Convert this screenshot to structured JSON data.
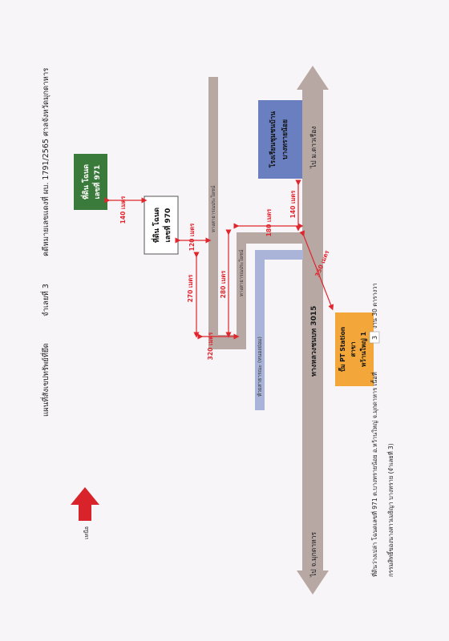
{
  "document": {
    "heading": "แผนที่สังเขปทรัพย์ที่ยึด",
    "item_no": "จำเลยที่ 3",
    "case_no": "คดีหมายเลขแดงที่ ผบ. 1791/2565",
    "court": "ศาลจังหวัดมุกดาหาร",
    "footer_line1": "ที่ดินว่างเปล่า โฉนดเลขที่ 971 ต.บางทรายน้อย อ.หว้านใหญ่ จ.มุกดาหาร  เนื้อที่",
    "area_value": "3",
    "area_rest": "งาน  30 ตารางวา",
    "footer_line2": "กรรมสิทธิ์ของนางสาวเมธิญา บางทราย (จำเลยที่ 3)",
    "north_label": "เหนือ"
  },
  "parcels": {
    "p971": {
      "line1": "ที่ดิน โฉนด",
      "line2": "เลขที่ 971"
    },
    "p970": {
      "line1": "ที่ดิน โฉนด",
      "line2": "เลขที่ 970"
    }
  },
  "landmarks": {
    "school": {
      "line1": "โรงเรียนชุมชนบ้าน",
      "line2": "บางทรายน้อย"
    },
    "station": {
      "line1": "ปั๊ม PT Station",
      "line2": "สาขา",
      "line3": "หว้านใหญ่ 1"
    }
  },
  "roads": {
    "highway": "ทางหลวงชนบท 3015",
    "to_north": "ไป ม.ดาวเรือง",
    "to_south": "ไป จ.มุกดาหาร",
    "public_road_1": "ทางสาธารณประโยชน์",
    "public_road_2": "ทางสาธารณประโยชน์",
    "creek": "ห้วยสาธารณะ (หนองย่อม)"
  },
  "distances": {
    "d140a": "140 เมตร",
    "d120": "120 เมตร",
    "d270": "270 เมตร",
    "d280": "280 เมตร",
    "d320": "320 เมตร",
    "d180": "180 เมตร",
    "d140b": "140 เมตร",
    "d350": "350 เมตร"
  },
  "colors": {
    "road_gray": "#b7a8a4",
    "creek_blue": "#a9b4d8",
    "parcel_green": "#3a7a3a",
    "school_blue": "#6a7fc0",
    "station_orange": "#f3a73a",
    "measure_red": "#e0262d",
    "north_red": "#d9232a"
  }
}
